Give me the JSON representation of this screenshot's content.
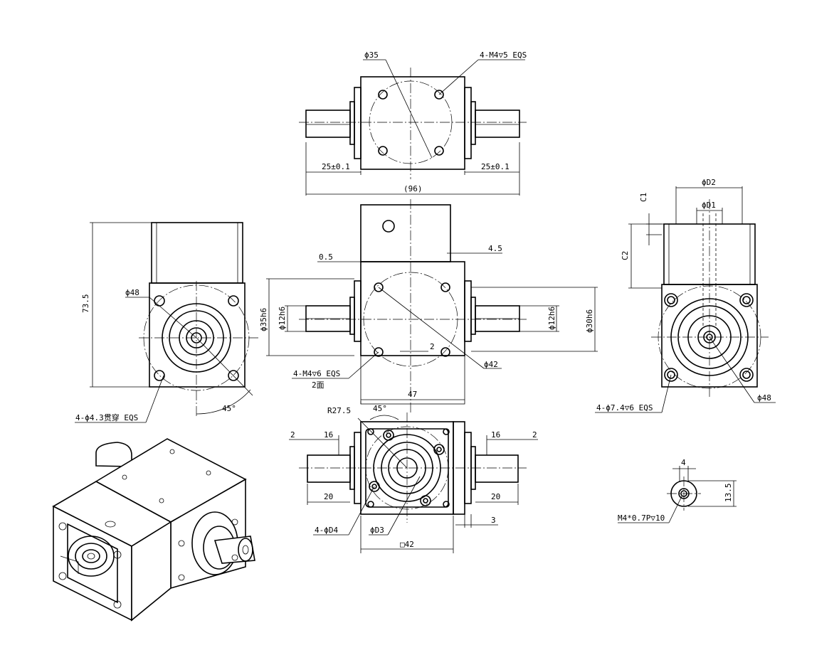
{
  "top_view": {
    "bore_dia": "ϕ35",
    "holes": "4-M4▽5 EQS",
    "shaft_left_len": "25±0.1",
    "shaft_right_len": "25±0.1",
    "overall_len": "(96)"
  },
  "front_view": {
    "flange_step": "0.5",
    "step_right": "4.5",
    "pilot_dia": "ϕ35h6",
    "shaft_left_dia": "ϕ12h6",
    "shaft_right_dia": "ϕ12h6",
    "housing_dia": "ϕ30h6",
    "center_offset": "2",
    "holes": "4-M4▽6 EQS",
    "holes_note": "2面",
    "bolt_circle": "ϕ42",
    "body_width": "47"
  },
  "left_view": {
    "height": "73.5",
    "bolt_circle": "ϕ48",
    "angle": "45°",
    "holes": "4-ϕ4.3贯穿 EQS"
  },
  "bottom_view": {
    "radius": "R27.5",
    "angle": "45°",
    "key_left_len": "16",
    "key_left_offset": "2",
    "key_right_len": "16",
    "key_right_offset": "2",
    "shaft_left_len": "20",
    "shaft_right_len": "20",
    "step": "3",
    "holes": "4-ϕD4",
    "center_dia": "ϕD3",
    "square": "□42"
  },
  "right_view": {
    "dia_d2": "ϕD2",
    "dia_d1": "ϕD1",
    "dim_c1": "C1",
    "dim_c2": "C2",
    "holes": "4-ϕ7.4▽6 EQS",
    "bolt_circle": "ϕ48"
  },
  "detail": {
    "key_width": "4",
    "height": "13.5",
    "thread": "M4*0.7P▽10"
  }
}
